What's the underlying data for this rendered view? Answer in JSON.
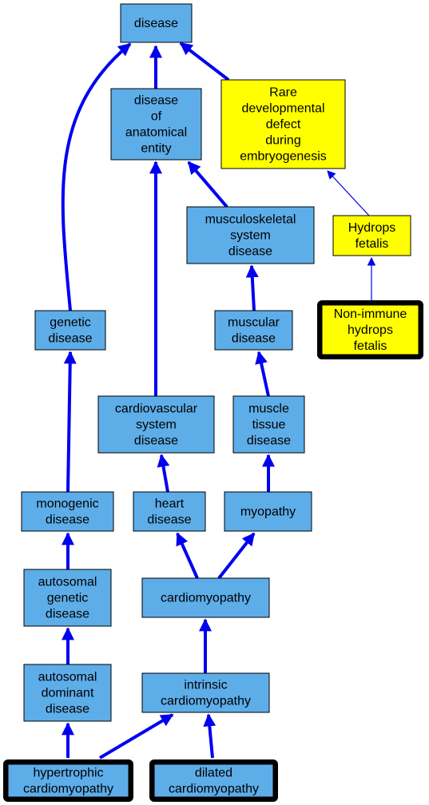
{
  "colors": {
    "term": "#5dade9",
    "rare": "#ffff00",
    "edge": "#0000ee",
    "border": "#000000"
  },
  "nodes": [
    {
      "id": "disease",
      "lines": [
        "disease"
      ],
      "color": "term"
    },
    {
      "id": "anatomical",
      "lines": [
        "disease",
        "of",
        "anatomical",
        "entity"
      ],
      "color": "term"
    },
    {
      "id": "rare",
      "lines": [
        "Rare",
        "developmental",
        "defect",
        "during",
        "embryogenesis"
      ],
      "color": "rare"
    },
    {
      "id": "musculoskeletal",
      "lines": [
        "musculoskeletal",
        "system",
        "disease"
      ],
      "color": "term"
    },
    {
      "id": "hydrops",
      "lines": [
        "Hydrops",
        "fetalis"
      ],
      "color": "rare"
    },
    {
      "id": "nonimmune",
      "lines": [
        "Non-immune",
        "hydrops",
        "fetalis"
      ],
      "color": "rare",
      "highlight": true
    },
    {
      "id": "genetic",
      "lines": [
        "genetic",
        "disease"
      ],
      "color": "term"
    },
    {
      "id": "muscular",
      "lines": [
        "muscular",
        "disease"
      ],
      "color": "term"
    },
    {
      "id": "cardiovascular",
      "lines": [
        "cardiovascular",
        "system",
        "disease"
      ],
      "color": "term"
    },
    {
      "id": "muscletissue",
      "lines": [
        "muscle",
        "tissue",
        "disease"
      ],
      "color": "term"
    },
    {
      "id": "monogenic",
      "lines": [
        "monogenic",
        "disease"
      ],
      "color": "term"
    },
    {
      "id": "heart",
      "lines": [
        "heart",
        "disease"
      ],
      "color": "term"
    },
    {
      "id": "myopathy",
      "lines": [
        "myopathy"
      ],
      "color": "term"
    },
    {
      "id": "autosomalgenetic",
      "lines": [
        "autosomal",
        "genetic",
        "disease"
      ],
      "color": "term"
    },
    {
      "id": "cardiomyopathy",
      "lines": [
        "cardiomyopathy"
      ],
      "color": "term"
    },
    {
      "id": "autosomaldominant",
      "lines": [
        "autosomal",
        "dominant",
        "disease"
      ],
      "color": "term"
    },
    {
      "id": "intrinsic",
      "lines": [
        "intrinsic",
        "cardiomyopathy"
      ],
      "color": "term"
    },
    {
      "id": "hypertrophic",
      "lines": [
        "hypertrophic",
        "cardiomyopathy"
      ],
      "color": "term",
      "highlight": true
    },
    {
      "id": "dilated",
      "lines": [
        "dilated",
        "cardiomyopathy"
      ],
      "color": "term",
      "highlight": true
    }
  ],
  "edges": [
    {
      "from": "anatomical",
      "to": "disease",
      "weight": "thick"
    },
    {
      "from": "rare",
      "to": "disease",
      "weight": "thick"
    },
    {
      "from": "genetic",
      "to": "disease",
      "weight": "thick"
    },
    {
      "from": "musculoskeletal",
      "to": "anatomical",
      "weight": "thick"
    },
    {
      "from": "cardiovascular",
      "to": "anatomical",
      "weight": "thick"
    },
    {
      "from": "hydrops",
      "to": "rare",
      "weight": "thin"
    },
    {
      "from": "nonimmune",
      "to": "hydrops",
      "weight": "thin"
    },
    {
      "from": "muscular",
      "to": "musculoskeletal",
      "weight": "thick"
    },
    {
      "from": "muscletissue",
      "to": "muscular",
      "weight": "thick"
    },
    {
      "from": "monogenic",
      "to": "genetic",
      "weight": "thick"
    },
    {
      "from": "heart",
      "to": "cardiovascular",
      "weight": "thick"
    },
    {
      "from": "myopathy",
      "to": "muscletissue",
      "weight": "thick"
    },
    {
      "from": "autosomalgenetic",
      "to": "monogenic",
      "weight": "thick"
    },
    {
      "from": "cardiomyopathy",
      "to": "heart",
      "weight": "thick"
    },
    {
      "from": "cardiomyopathy",
      "to": "myopathy",
      "weight": "thick"
    },
    {
      "from": "autosomaldominant",
      "to": "autosomalgenetic",
      "weight": "thick"
    },
    {
      "from": "intrinsic",
      "to": "cardiomyopathy",
      "weight": "thick"
    },
    {
      "from": "hypertrophic",
      "to": "autosomaldominant",
      "weight": "thick"
    },
    {
      "from": "hypertrophic",
      "to": "intrinsic",
      "weight": "thick"
    },
    {
      "from": "dilated",
      "to": "intrinsic",
      "weight": "thick"
    }
  ]
}
